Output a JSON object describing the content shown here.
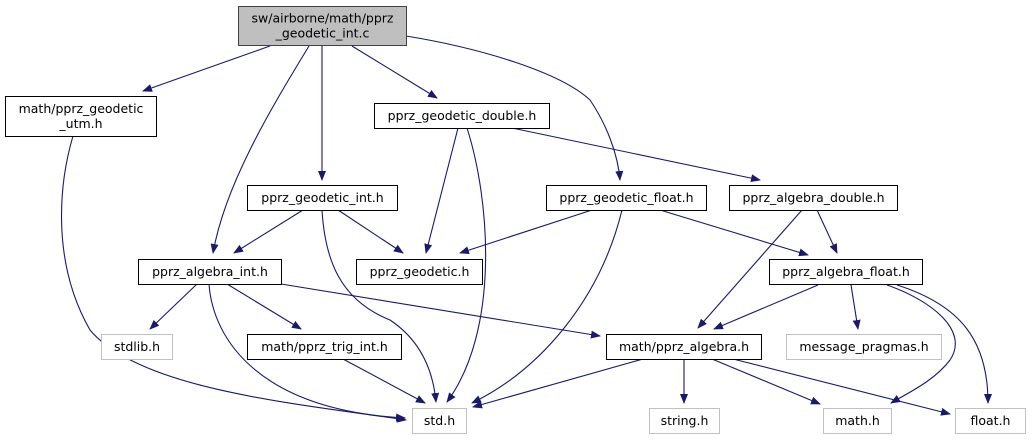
{
  "diagram": {
    "type": "include-dependency-graph",
    "colors": {
      "edge": "#191970",
      "root_fill": "#bfbfbf",
      "root_border": "#404040",
      "documented_border": "#000000",
      "external_border": "#c0c0c0",
      "node_fill": "#ffffff"
    },
    "nodes": [
      {
        "id": "root",
        "lines": [
          "sw/airborne/math/pprz",
          "_geodetic_int.c"
        ],
        "kind": "root"
      },
      {
        "id": "utm",
        "lines": [
          "math/pprz_geodetic",
          "_utm.h"
        ],
        "kind": "documented"
      },
      {
        "id": "geo_double",
        "lines": [
          "pprz_geodetic_double.h"
        ],
        "kind": "documented"
      },
      {
        "id": "geo_int",
        "lines": [
          "pprz_geodetic_int.h"
        ],
        "kind": "documented"
      },
      {
        "id": "geo_float",
        "lines": [
          "pprz_geodetic_float.h"
        ],
        "kind": "documented"
      },
      {
        "id": "alg_double",
        "lines": [
          "pprz_algebra_double.h"
        ],
        "kind": "documented"
      },
      {
        "id": "alg_int",
        "lines": [
          "pprz_algebra_int.h"
        ],
        "kind": "documented"
      },
      {
        "id": "geodetic",
        "lines": [
          "pprz_geodetic.h"
        ],
        "kind": "documented"
      },
      {
        "id": "alg_float",
        "lines": [
          "pprz_algebra_float.h"
        ],
        "kind": "documented"
      },
      {
        "id": "stdlib",
        "lines": [
          "stdlib.h"
        ],
        "kind": "external"
      },
      {
        "id": "trig_int",
        "lines": [
          "math/pprz_trig_int.h"
        ],
        "kind": "documented"
      },
      {
        "id": "algebra",
        "lines": [
          "math/pprz_algebra.h"
        ],
        "kind": "documented"
      },
      {
        "id": "msg_pragmas",
        "lines": [
          "message_pragmas.h"
        ],
        "kind": "external"
      },
      {
        "id": "std",
        "lines": [
          "std.h"
        ],
        "kind": "external"
      },
      {
        "id": "string",
        "lines": [
          "string.h"
        ],
        "kind": "external"
      },
      {
        "id": "math",
        "lines": [
          "math.h"
        ],
        "kind": "external"
      },
      {
        "id": "float",
        "lines": [
          "float.h"
        ],
        "kind": "external"
      }
    ],
    "edges": [
      {
        "from": "root",
        "to": "utm"
      },
      {
        "from": "root",
        "to": "alg_int"
      },
      {
        "from": "root",
        "to": "geo_int"
      },
      {
        "from": "root",
        "to": "geo_double"
      },
      {
        "from": "root",
        "to": "geo_float"
      },
      {
        "from": "utm",
        "to": "std"
      },
      {
        "from": "geo_double",
        "to": "geodetic"
      },
      {
        "from": "geo_double",
        "to": "std"
      },
      {
        "from": "geo_double",
        "to": "alg_double"
      },
      {
        "from": "geo_int",
        "to": "alg_int"
      },
      {
        "from": "geo_int",
        "to": "geodetic"
      },
      {
        "from": "geo_int",
        "to": "std"
      },
      {
        "from": "geo_float",
        "to": "geodetic"
      },
      {
        "from": "geo_float",
        "to": "std"
      },
      {
        "from": "geo_float",
        "to": "alg_float"
      },
      {
        "from": "alg_double",
        "to": "alg_float"
      },
      {
        "from": "alg_double",
        "to": "algebra"
      },
      {
        "from": "alg_int",
        "to": "stdlib"
      },
      {
        "from": "alg_int",
        "to": "std"
      },
      {
        "from": "alg_int",
        "to": "trig_int"
      },
      {
        "from": "alg_int",
        "to": "algebra"
      },
      {
        "from": "alg_float",
        "to": "algebra"
      },
      {
        "from": "alg_float",
        "to": "msg_pragmas"
      },
      {
        "from": "alg_float",
        "to": "math"
      },
      {
        "from": "alg_float",
        "to": "float"
      },
      {
        "from": "trig_int",
        "to": "std"
      },
      {
        "from": "algebra",
        "to": "std"
      },
      {
        "from": "algebra",
        "to": "string"
      },
      {
        "from": "algebra",
        "to": "math"
      },
      {
        "from": "algebra",
        "to": "float"
      }
    ]
  }
}
